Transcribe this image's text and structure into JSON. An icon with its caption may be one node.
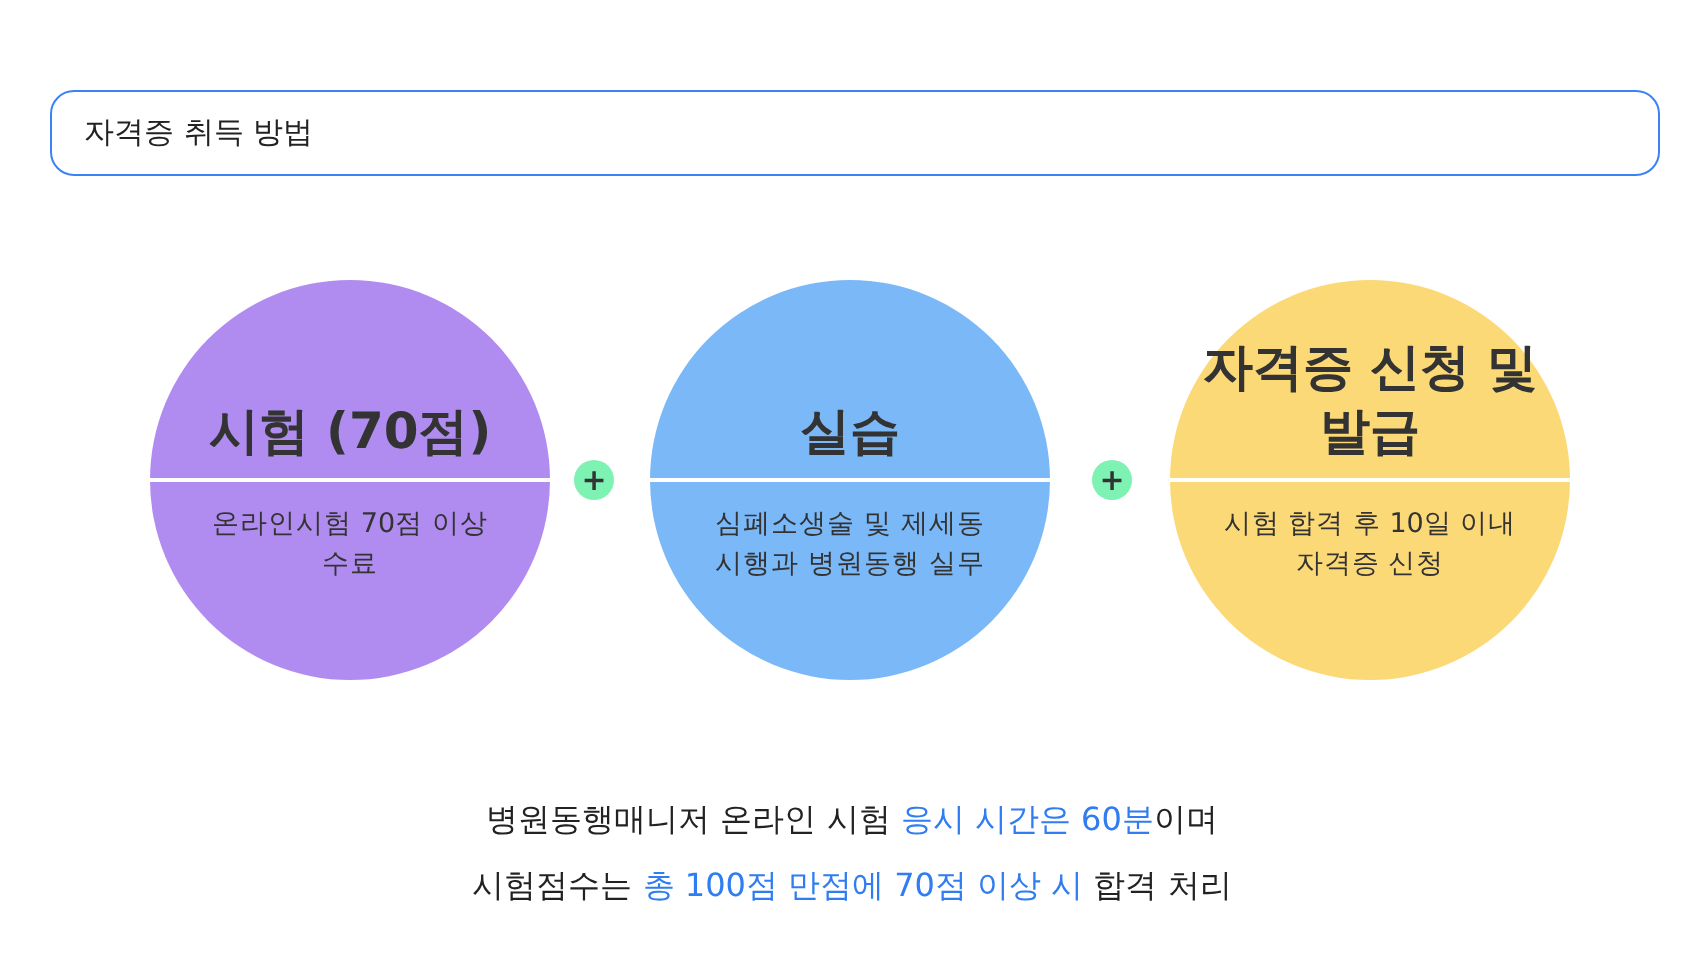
{
  "diagram": {
    "nodes": [
      {
        "text": [
          "자격증 취득 방법"
        ]
      },
      {
        "text": [
          "시험 (70점)",
          "온라인시험 70점 이상 수료"
        ]
      },
      {
        "text": [
          "+"
        ]
      },
      {
        "text": [
          "실습",
          "심폐소생술 및 제세동 시행과 병원동행 실무"
        ]
      },
      {
        "text": [
          "+"
        ]
      },
      {
        "text": [
          "자격증 신청 및 발급",
          "시험 합격 후 10일 이내 자격증 신청"
        ]
      }
    ],
    "edges": [],
    "labels": [
      "병원동행매니저 온라인 시험 **응시 시간은 60분**이며",
      "시험점수는 **총 100점 만점에 70점 이상 시** 합격 처리"
    ]
  }
}
